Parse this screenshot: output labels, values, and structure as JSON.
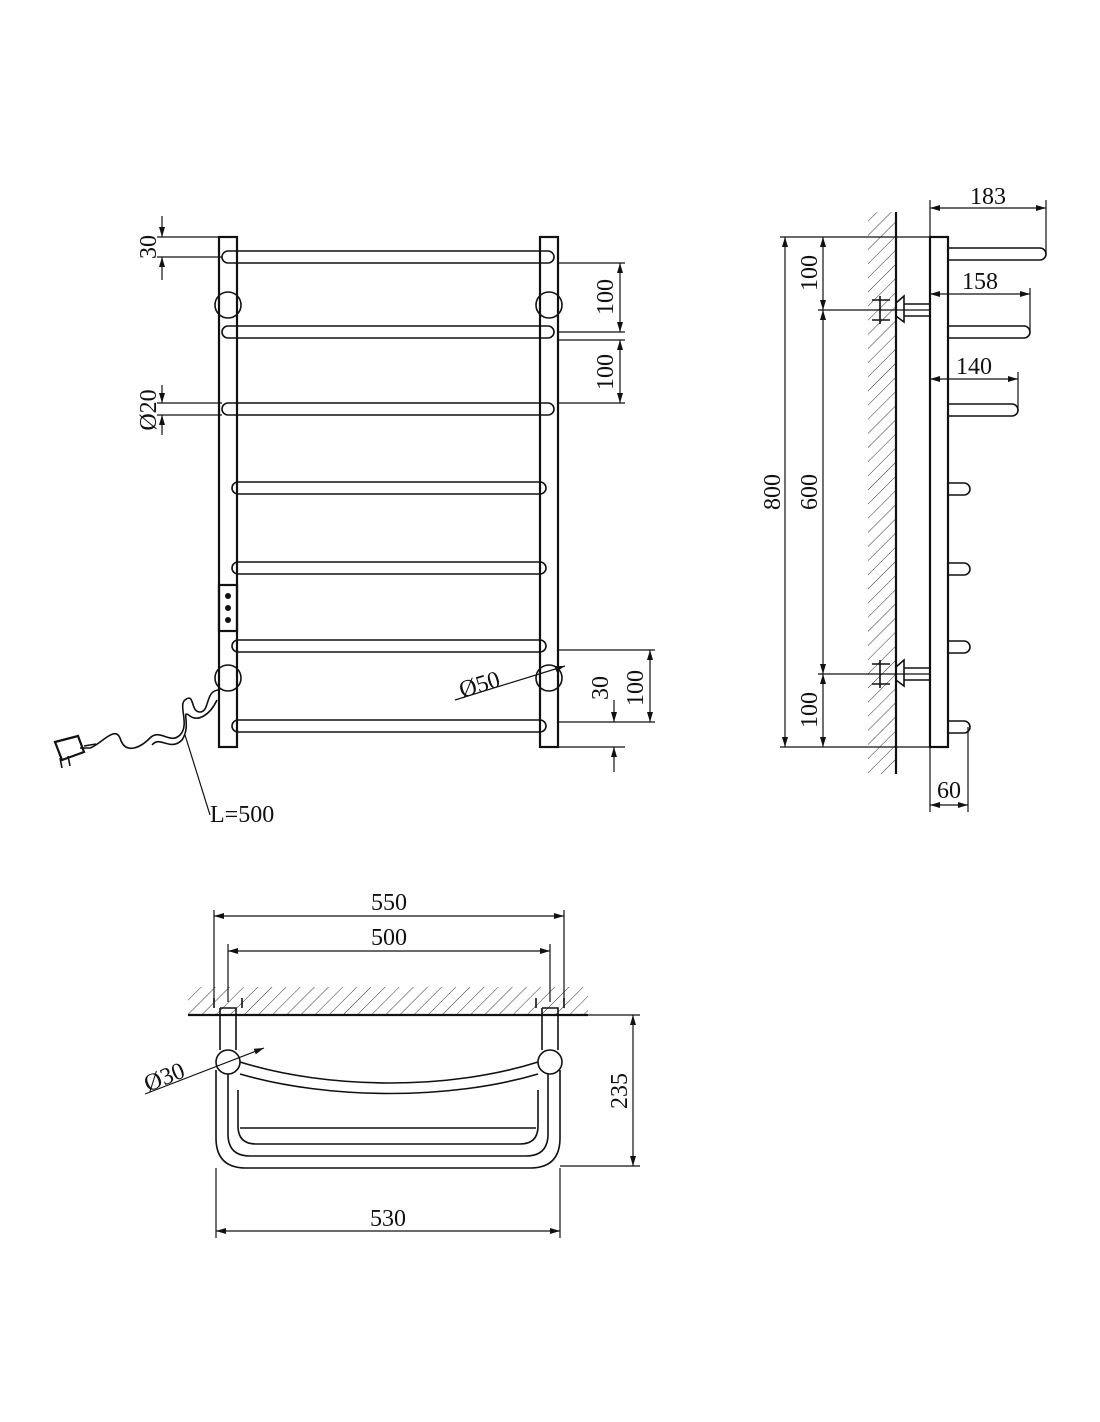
{
  "drawing": {
    "front_view": {
      "dim_top_offset": "30",
      "dim_bar_spacing_1": "100",
      "dim_bar_spacing_2": "100",
      "dim_bar_diameter": "Ø20",
      "dim_mount_diameter": "Ø50",
      "dim_bottom_offset": "30",
      "dim_bottom_spacing": "100",
      "cable_length": "L=500",
      "rung_count": 7
    },
    "side_view": {
      "dim_total_height": "800",
      "dim_mount_spacing": "600",
      "dim_top_to_mount": "100",
      "dim_bottom_to_mount": "100",
      "dim_top_bar_depth": "183",
      "dim_second_bar_depth": "158",
      "dim_third_bar_depth": "140",
      "dim_wall_gap": "60"
    },
    "top_view": {
      "dim_outer_width": "550",
      "dim_mount_width": "500",
      "dim_bottom_width": "530",
      "dim_depth": "235",
      "dim_pipe_diameter": "Ø30"
    }
  }
}
